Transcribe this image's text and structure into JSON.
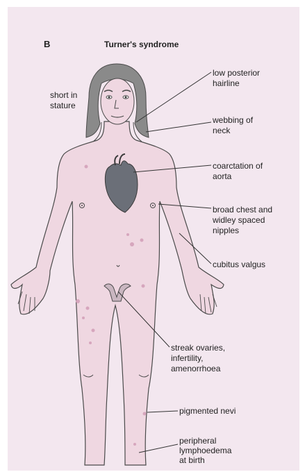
{
  "figure": {
    "panel_letter": "B",
    "title": "Turner's syndrome"
  },
  "labels": {
    "short_stature": [
      "short in",
      "stature"
    ],
    "low_hairline": [
      "low posterior",
      "hairline"
    ],
    "webbing_neck": [
      "webbing of",
      "neck"
    ],
    "coarctation": [
      "coarctation of",
      "aorta"
    ],
    "broad_chest": [
      "broad chest and",
      "widley spaced",
      "nipples"
    ],
    "cubitus_valgus": [
      "cubitus valgus"
    ],
    "streak_ovaries": [
      "streak ovaries,",
      "infertility,",
      "amenorrhoea"
    ],
    "pigmented_nevi": [
      "pigmented nevi"
    ],
    "lymphoedema": [
      "peripheral",
      "lymphoedema",
      "at birth"
    ]
  },
  "colors": {
    "background": "#f3e7ef",
    "skin": "#efd7e1",
    "outline": "#4a4a4a",
    "hair": "#8a8a8a",
    "heart": "#6b6f78",
    "nevi": "#d6a6bd"
  }
}
